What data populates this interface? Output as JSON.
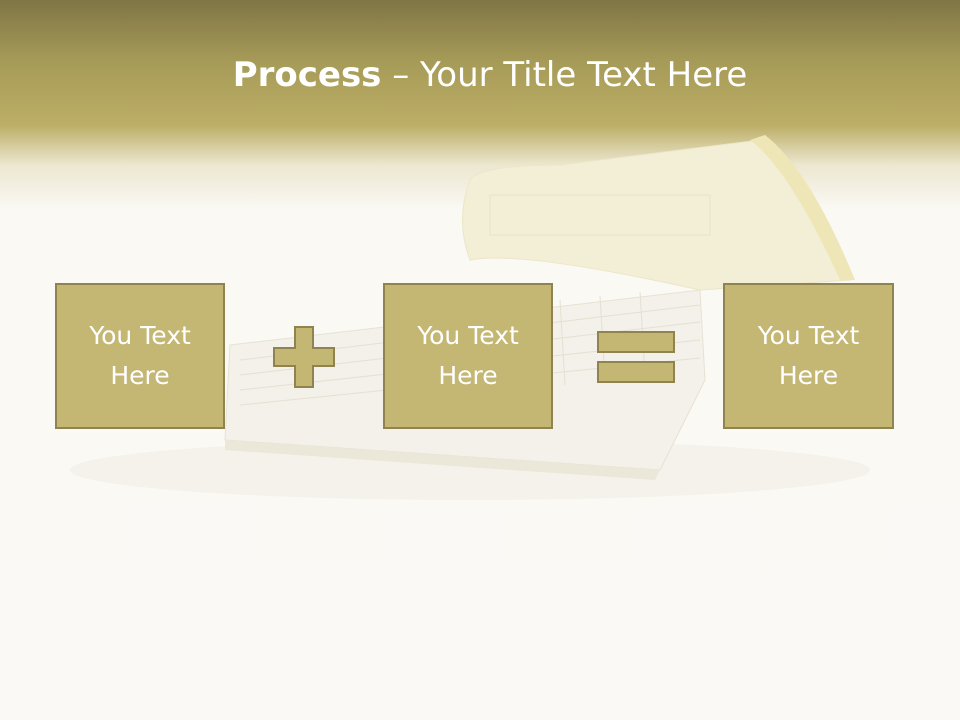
{
  "slide": {
    "title_bold": "Process",
    "title_rest": " – Your Title Text Here",
    "boxes": [
      {
        "line1": "You Text",
        "line2": "Here"
      },
      {
        "line1": "You Text",
        "line2": "Here"
      },
      {
        "line1": "You Text",
        "line2": "Here"
      }
    ],
    "operators": [
      "plus-icon",
      "equals-icon"
    ]
  },
  "colors": {
    "header": "#a59a57",
    "box_fill": "#c4b673",
    "box_border": "#8f8450",
    "text": "#ffffff"
  }
}
